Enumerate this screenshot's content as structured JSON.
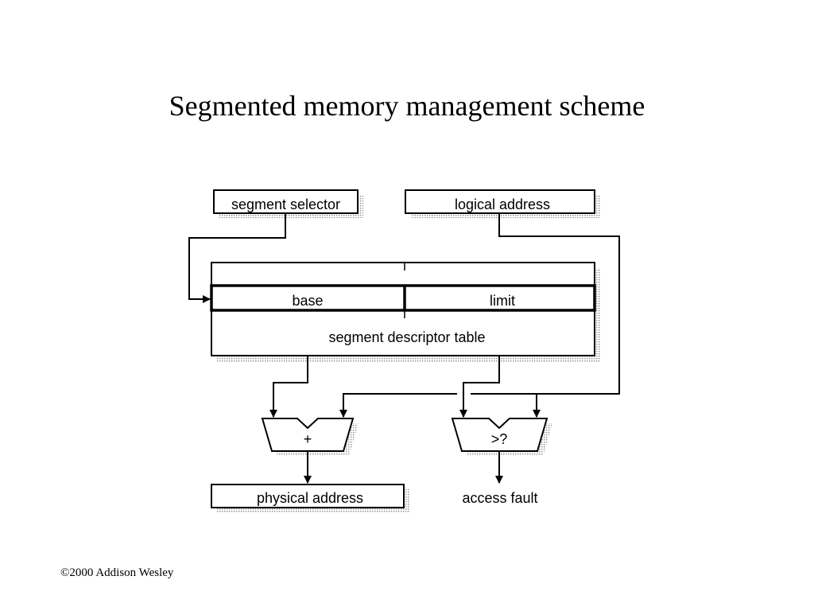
{
  "slide": {
    "title": "Segmented memory management scheme",
    "footer": "©2000 Addison Wesley"
  },
  "diagram": {
    "segment_selector": "segment selector",
    "logical_address": "logical address",
    "base": "base",
    "limit": "limit",
    "segment_descriptor_table": "segment descriptor table",
    "adder_op": "+",
    "comparator_op": ">?",
    "physical_address": "physical address",
    "access_fault": "access fault"
  },
  "colors": {
    "line": "#000000",
    "shadow": "#999999",
    "background": "#ffffff"
  }
}
